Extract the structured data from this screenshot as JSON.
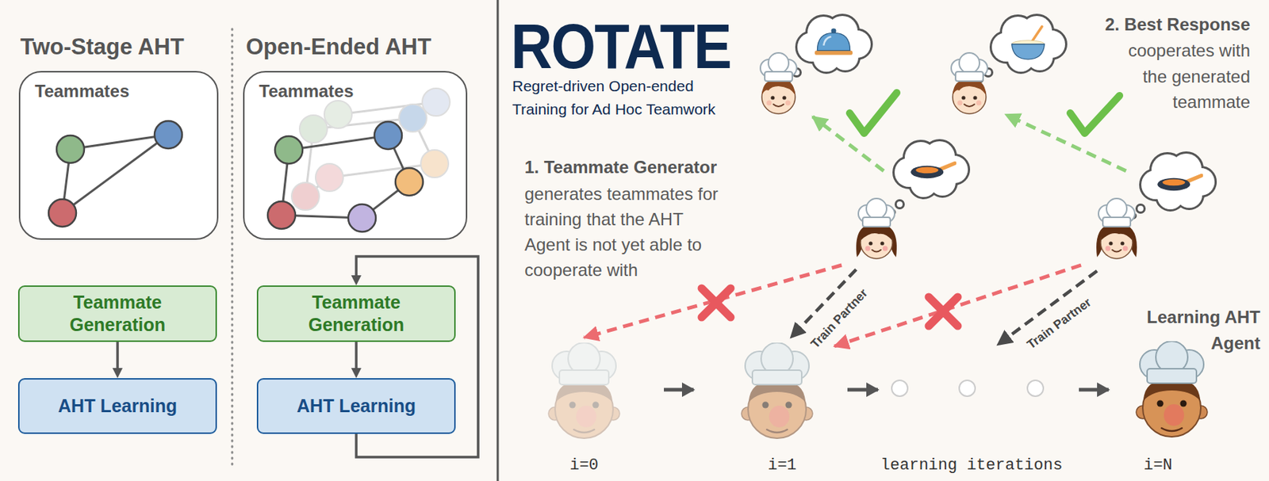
{
  "diagram": {
    "nodes": [
      {
        "text": [
          "Teammates"
        ]
      },
      {
        "text": [
          "Teammate Generation"
        ]
      },
      {
        "text": [
          "AHT Learning"
        ]
      },
      {
        "text": [
          "Teammates"
        ]
      },
      {
        "text": [
          "Teammate Generation"
        ]
      },
      {
        "text": [
          "AHT Learning"
        ]
      }
    ],
    "edges": [
      {
        "from": 1,
        "to": 2,
        "arrow": "to"
      },
      {
        "from": 4,
        "to": 5,
        "arrow": "to"
      },
      {
        "from": 5,
        "to": 4,
        "arrow": "to"
      }
    ],
    "labels": [
      "Two-Stage AHT",
      "Open-Ended AHT",
      "ROTATE",
      "Regret-driven Open-ended Training for Ad Hoc Teamwork",
      "1. Teammate Generator",
      "generates teammates for training that the AHT Agent is not yet able to cooperate with",
      "2. Best Response",
      "cooperates with the generated teammate",
      "Train Partner",
      "Train Partner",
      "Learning AHT Agent",
      "i=0",
      "i=1",
      "learning iterations",
      "i=N"
    ]
  }
}
